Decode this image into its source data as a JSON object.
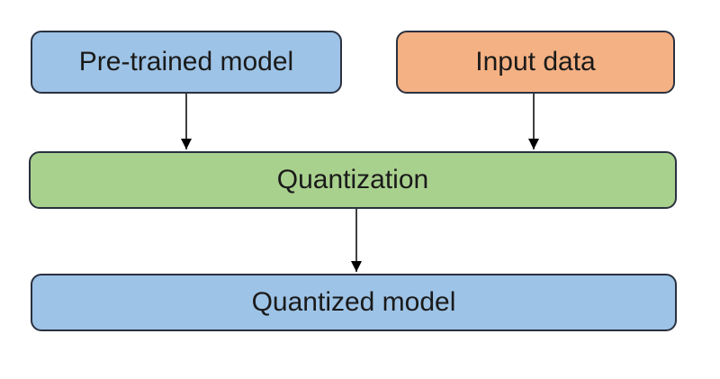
{
  "nodes": {
    "pretrained": {
      "label": "Pre-trained model",
      "color": "#9DC3E6"
    },
    "input": {
      "label": "Input data",
      "color": "#F4B183"
    },
    "quantization": {
      "label": "Quantization",
      "color": "#A9D18E"
    },
    "quantized": {
      "label": "Quantized model",
      "color": "#9DC3E6"
    }
  },
  "edges": [
    {
      "from": "pretrained",
      "to": "quantization"
    },
    {
      "from": "input",
      "to": "quantization"
    },
    {
      "from": "quantization",
      "to": "quantized"
    }
  ]
}
